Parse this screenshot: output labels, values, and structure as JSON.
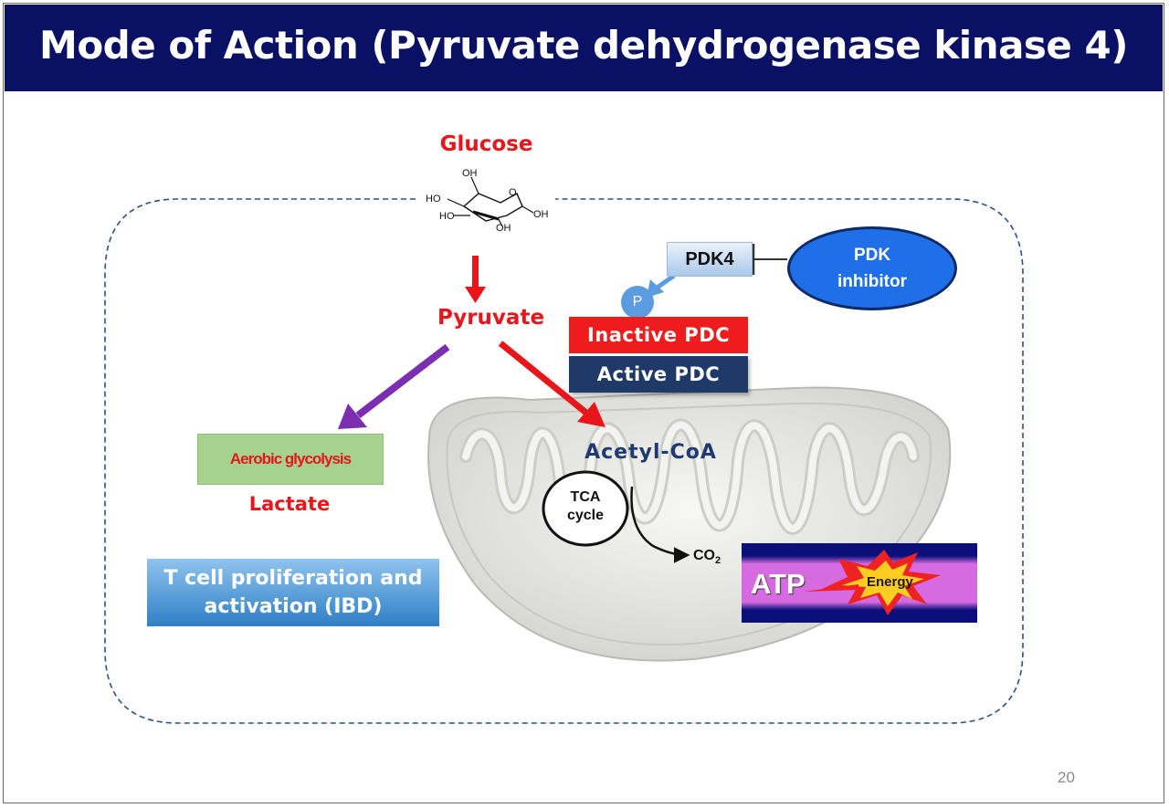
{
  "title": "Mode of Action (Pyruvate dehydrogenase kinase 4)",
  "glucose": {
    "label": "Glucose",
    "structure_labels": [
      "OH",
      "HO",
      "HO",
      "OH",
      "OH",
      "O"
    ]
  },
  "pyruvate": "Pyruvate",
  "pdk4": "PDK4",
  "pdk_inhibitor": [
    "PDK",
    "inhibitor"
  ],
  "phosphate": "P",
  "inactive_pdc": "Inactive PDC",
  "active_pdc": "Active PDC",
  "aerobic_glycolysis": "Aerobic glycolysis",
  "lactate": "Lactate",
  "t_cell": [
    "T cell proliferation and",
    "activation (IBD)"
  ],
  "acetyl_coa": "Acetyl-CoA",
  "tca_cycle": [
    "TCA",
    "cycle"
  ],
  "co2": {
    "base": "CO",
    "sub": "2"
  },
  "atp": "ATP",
  "energy": "Energy",
  "page_number": "20",
  "colors": {
    "title_bar": "#0a1064",
    "red_label": "#e8151b",
    "purple_arrow": "#7b2fb0",
    "active_pdc": "#1f3a68",
    "inactive_pdc": "#ee1c1c",
    "pdk_inhibitor": "#1e6fe8",
    "aerobic_box": "#a5d28f",
    "dashed_cell": "#2f4f8a"
  }
}
